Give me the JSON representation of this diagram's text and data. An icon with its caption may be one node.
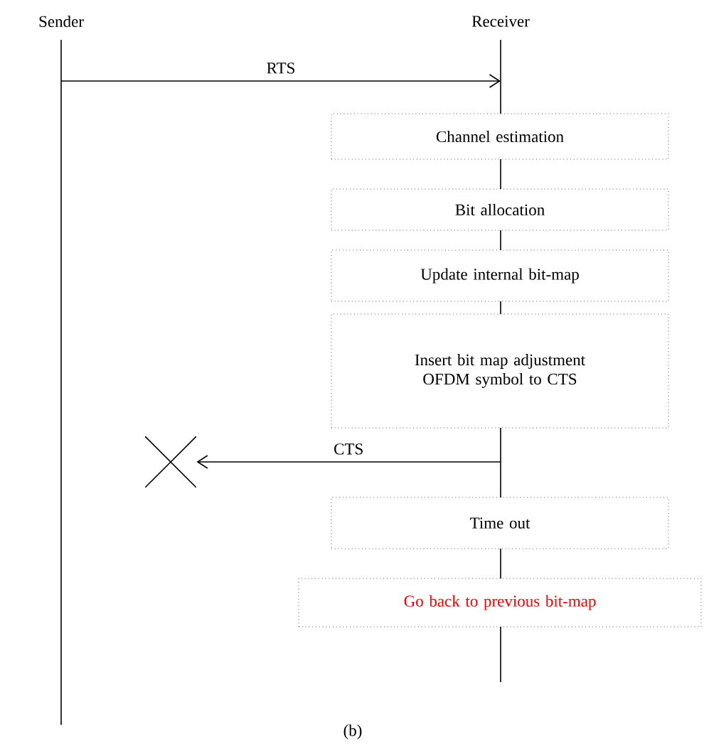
{
  "diagram": {
    "caption": "(b)",
    "nodes": [
      {
        "text": [
          "Sender"
        ]
      },
      {
        "text": [
          "Receiver"
        ]
      },
      {
        "text": [
          "Channel estimation"
        ]
      },
      {
        "text": [
          "Bit allocation"
        ]
      },
      {
        "text": [
          "Update internal bit-map"
        ]
      },
      {
        "text": [
          "Insert bit map adjustment OFDM symbol to CTS"
        ]
      },
      {
        "text": [
          "Time out"
        ]
      },
      {
        "text": [
          "Go back to previous bit-map"
        ]
      },
      {
        "text": [],
        "shape": "cross"
      }
    ],
    "edges": [
      {
        "from": 0,
        "to": 1,
        "arrow": "to",
        "label": "RTS"
      },
      {
        "from": 1,
        "to": 8,
        "arrow": "to",
        "label": "CTS"
      }
    ]
  }
}
